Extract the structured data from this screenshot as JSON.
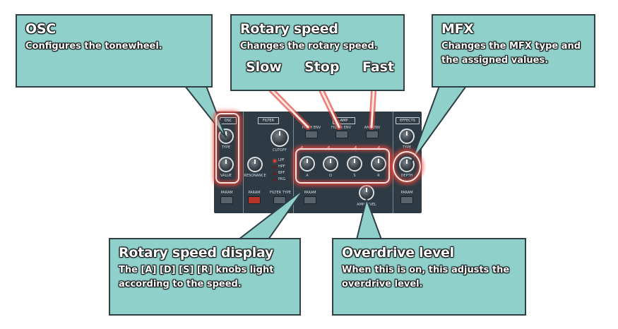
{
  "callouts": {
    "osc": {
      "title": "OSC",
      "desc": "Configures the tonewheel."
    },
    "rotary": {
      "title": "Rotary speed",
      "desc": "Changes the rotary speed."
    },
    "mfx": {
      "title": "MFX",
      "desc": "Changes the MFX type and the assigned values."
    },
    "display": {
      "title": "Rotary speed display",
      "desc": "The [A] [D] [S] [R] knobs light according to the speed."
    },
    "overdrive": {
      "title": "Overdrive level",
      "desc": "When this is on, this adjusts the overdrive level."
    }
  },
  "speed_labels": {
    "slow": "Slow",
    "stop": "Stop",
    "fast": "Fast"
  },
  "panel": {
    "osc_section": "OSC",
    "filter_section": "FILTER",
    "amp_section": "AMP",
    "effects_section": "EFFECTS",
    "type": "TYPE",
    "value": "VALUE",
    "cutoff": "CUTOFF",
    "resonance": "RESONANCE",
    "filter_types": [
      "LPF",
      "HPF",
      "BPF",
      "PKG"
    ],
    "pitch_env": "PITCH ENV",
    "filter_env": "FILTER ENV",
    "amp_env": "AMP ENV",
    "adsr": [
      "A",
      "D",
      "S",
      "R"
    ],
    "depth": "DEPTH",
    "amp_level": "AMP LEVEL",
    "param": "PARAM",
    "filter_type": "FILTER TYPE"
  },
  "colors": {
    "callout_fill": "#8fd0cb",
    "callout_border": "#2e3f46",
    "panel": "#2f3b44",
    "highlight": "#e6463c"
  }
}
